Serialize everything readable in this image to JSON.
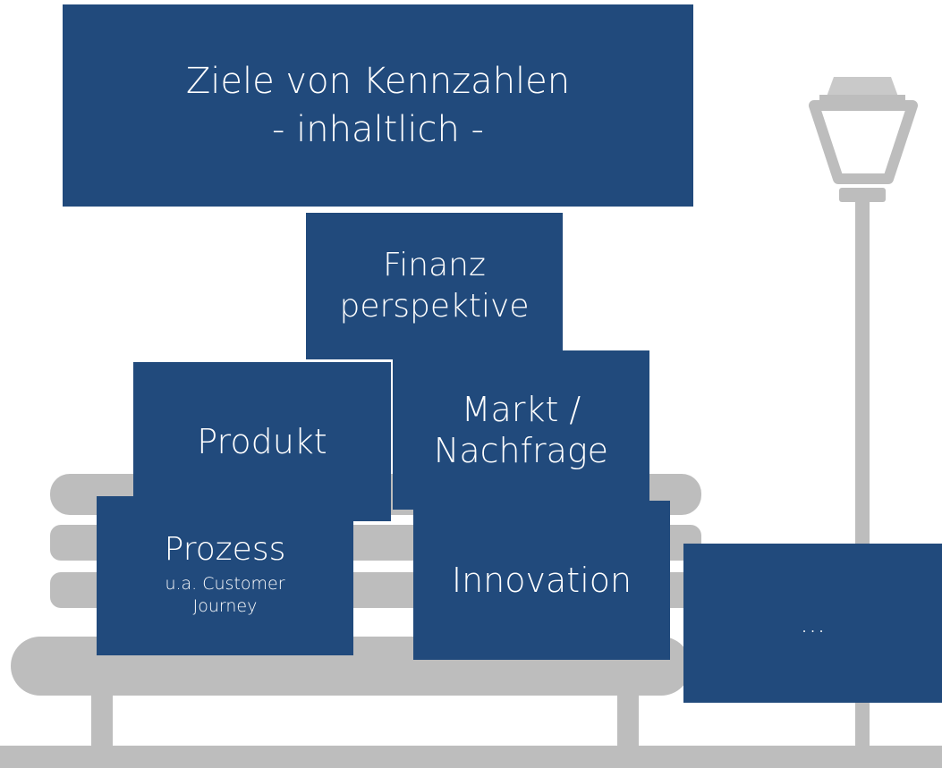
{
  "diagram": {
    "title": {
      "line1": "Ziele von Kennzahlen",
      "line2": "- inhaltlich -"
    },
    "boxes": {
      "finanz": {
        "line1": "Finanz",
        "line2": "perspektive"
      },
      "produkt": {
        "label": "Produkt"
      },
      "markt": {
        "line1": "Markt /",
        "line2": "Nachfrage"
      },
      "prozess": {
        "label": "Prozess",
        "sub1": "u.a. Customer",
        "sub2": "Journey"
      },
      "innovation": {
        "label": "Innovation"
      },
      "more": {
        "label": "..."
      }
    },
    "colors": {
      "box": "#214a7c",
      "text": "#ffffff",
      "illustration": "#bdbdbd",
      "lamp_head": "#c9c9c9"
    },
    "illustration_icons": [
      "bench-icon",
      "street-lamp-icon"
    ]
  }
}
